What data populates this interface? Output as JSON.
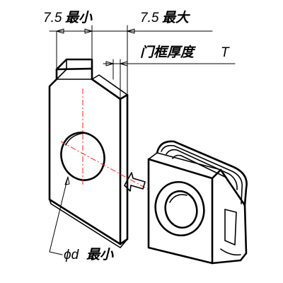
{
  "labels": {
    "offset_min_value": "7.5",
    "offset_min_suffix": "最小",
    "offset_max_value": "7.5",
    "offset_max_suffix": "最大",
    "frame_thickness": "门框厚度",
    "frame_thickness_symbol": "T",
    "hole_symbol": "ϕd",
    "hole_suffix": "最小"
  },
  "colors": {
    "line": "#000000",
    "centerline": "#ff2020",
    "arrow_fill": "#ffffff"
  }
}
